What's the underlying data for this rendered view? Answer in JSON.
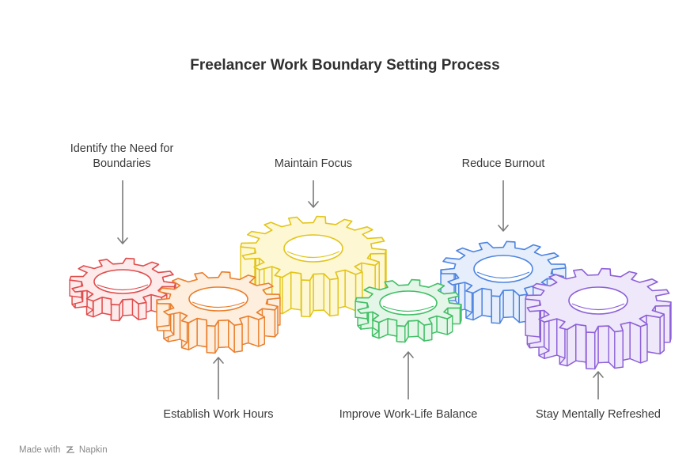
{
  "title": "Freelancer Work Boundary Setting Process",
  "footer": {
    "prefix": "Made with",
    "brand": "Napkin"
  },
  "steps": [
    {
      "label_lines": [
        "Identify the Need for",
        "Boundaries"
      ],
      "color": "#e04b4b",
      "fill": "#fdeaea",
      "position": "top"
    },
    {
      "label_lines": [
        "Establish Work Hours"
      ],
      "color": "#ea7e2c",
      "fill": "#fdeede",
      "position": "bottom"
    },
    {
      "label_lines": [
        "Maintain Focus"
      ],
      "color": "#e2c51a",
      "fill": "#fdf7d3",
      "position": "top"
    },
    {
      "label_lines": [
        "Improve Work-Life Balance"
      ],
      "color": "#3fbf64",
      "fill": "#e4f6e8",
      "position": "bottom"
    },
    {
      "label_lines": [
        "Reduce Burnout"
      ],
      "color": "#4d84e0",
      "fill": "#e6eefb",
      "position": "top"
    },
    {
      "label_lines": [
        "Stay Mentally Refreshed"
      ],
      "color": "#8d60d8",
      "fill": "#efe8fa",
      "position": "bottom"
    }
  ]
}
